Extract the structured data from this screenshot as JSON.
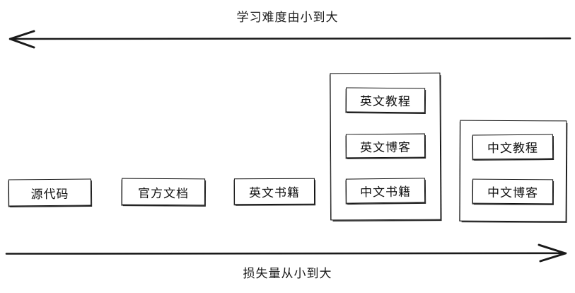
{
  "diagram": {
    "title_top": "学习难度由小到大",
    "title_bottom": "损失量从小到大",
    "top_arrow_direction": "left",
    "bottom_arrow_direction": "right",
    "stroke_color": "#111111",
    "background_color": "#ffffff",
    "nodes": [
      {
        "label": "源代码"
      },
      {
        "label": "官方文档"
      },
      {
        "label": "英文书籍"
      }
    ],
    "groups": [
      {
        "name": "group-english-stack",
        "items": [
          {
            "label": "英文教程"
          },
          {
            "label": "英文博客"
          },
          {
            "label": "中文书籍"
          }
        ]
      },
      {
        "name": "group-chinese-stack",
        "items": [
          {
            "label": "中文教程"
          },
          {
            "label": "中文博客"
          }
        ]
      }
    ]
  }
}
